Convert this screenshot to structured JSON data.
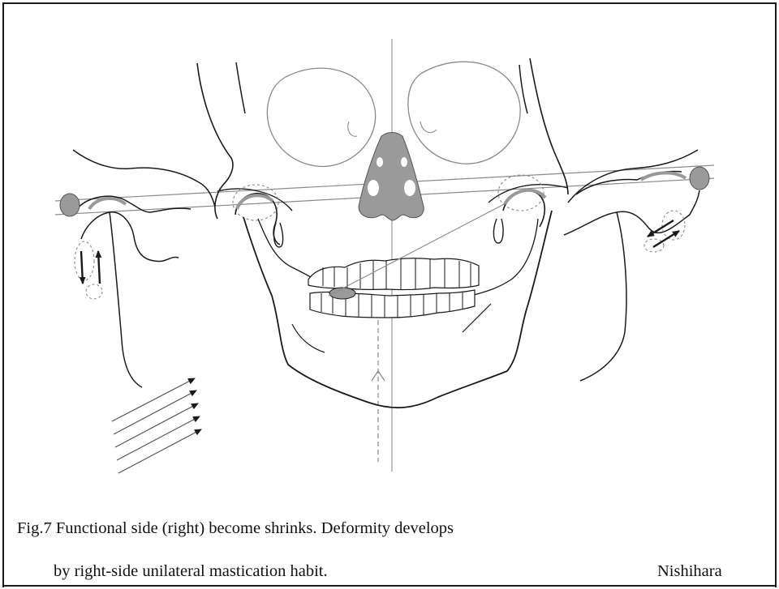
{
  "caption": {
    "line1": "Fig.7 Functional side (right) become shrinks. Deformity develops",
    "line2": "by right-side unilateral mastication habit.",
    "author": "Nishihara"
  },
  "colors": {
    "line": "#1a1a1a",
    "light_line": "#8a8a8a",
    "fill_gray": "#9a9a9a",
    "background": "#ffffff"
  }
}
